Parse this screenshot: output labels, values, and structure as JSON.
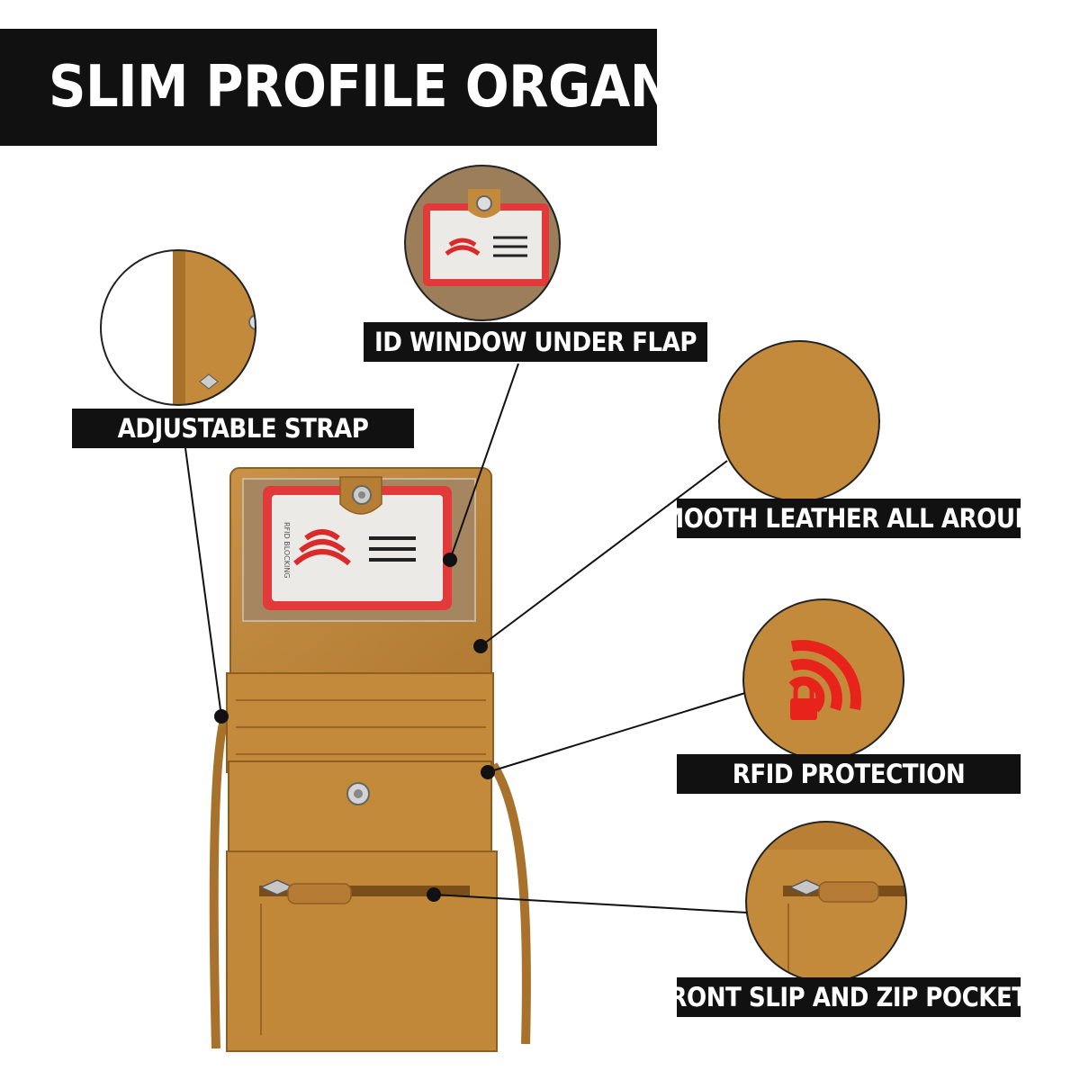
{
  "title": "SLIM PROFILE ORGANIZER",
  "callouts": {
    "id_window": "ID WINDOW UNDER FLAP",
    "strap": "ADJUSTABLE STRAP",
    "leather": "SMOOTH LEATHER ALL AROUND",
    "rfid": "RFID PROTECTION",
    "pockets": "FRONT SLIP AND ZIP POCKETS"
  },
  "card_text": "RFID BLOCKING",
  "colors": {
    "leather": "#c48a3c",
    "leather_dark": "#a8722c",
    "label_bg": "#111111",
    "rfid_red": "#e8231b"
  }
}
